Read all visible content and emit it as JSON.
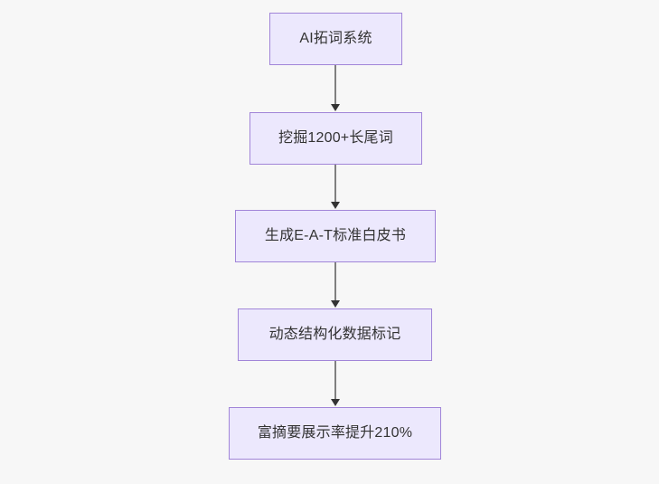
{
  "diagram": {
    "type": "flowchart",
    "direction": "top-to-bottom",
    "background_color": "#f7f7f7",
    "node_fill_color": "#ece8fd",
    "node_border_color": "#a185d8",
    "node_text_color": "#333333",
    "connector_color": "#808080",
    "arrowhead_color": "#333333",
    "nodes": [
      {
        "id": "n1",
        "label": "AI拓词系统"
      },
      {
        "id": "n2",
        "label": "挖掘1200+长尾词"
      },
      {
        "id": "n3",
        "label": "生成E-A-T标准白皮书"
      },
      {
        "id": "n4",
        "label": "动态结构化数据标记"
      },
      {
        "id": "n5",
        "label": "富摘要展示率提升210%"
      }
    ],
    "edges": [
      {
        "from": "n1",
        "to": "n2"
      },
      {
        "from": "n2",
        "to": "n3"
      },
      {
        "from": "n3",
        "to": "n4"
      },
      {
        "from": "n4",
        "to": "n5"
      }
    ]
  }
}
